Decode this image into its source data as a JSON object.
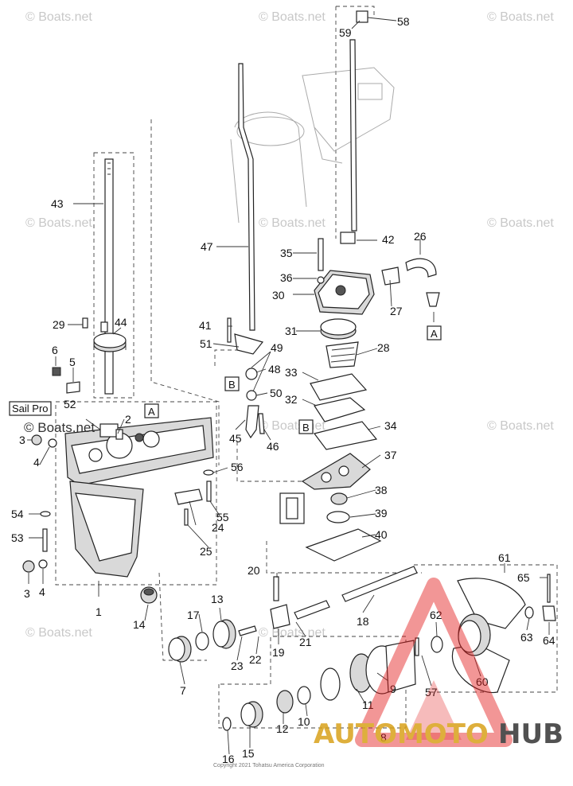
{
  "watermark": "© Boats.net",
  "callouts": [
    "1",
    "2",
    "3",
    "3",
    "4",
    "4",
    "5",
    "6",
    "7",
    "8",
    "9",
    "10",
    "11",
    "12",
    "13",
    "14",
    "15",
    "16",
    "17",
    "18",
    "19",
    "20",
    "21",
    "22",
    "23",
    "24",
    "25",
    "26",
    "27",
    "28",
    "29",
    "30",
    "31",
    "32",
    "33",
    "34",
    "35",
    "36",
    "37",
    "38",
    "39",
    "40",
    "41",
    "42",
    "43",
    "44",
    "45",
    "46",
    "47",
    "48",
    "49",
    "50",
    "51",
    "52",
    "53",
    "54",
    "55",
    "56",
    "57",
    "58",
    "59",
    "60",
    "61",
    "62",
    "63",
    "64",
    "65"
  ],
  "ref_boxes": [
    "A",
    "A",
    "B",
    "B"
  ],
  "variant_label": "Sail Pro",
  "watermark_label": "© Boats.net",
  "brand": {
    "part1": "AUTOMOTO",
    "part2": "HUB",
    "accent": "#e21d1d",
    "gold": "#d9a21b",
    "dark": "#333333"
  },
  "copyright": "Copyright 2021 Tohatsu America Corporation"
}
